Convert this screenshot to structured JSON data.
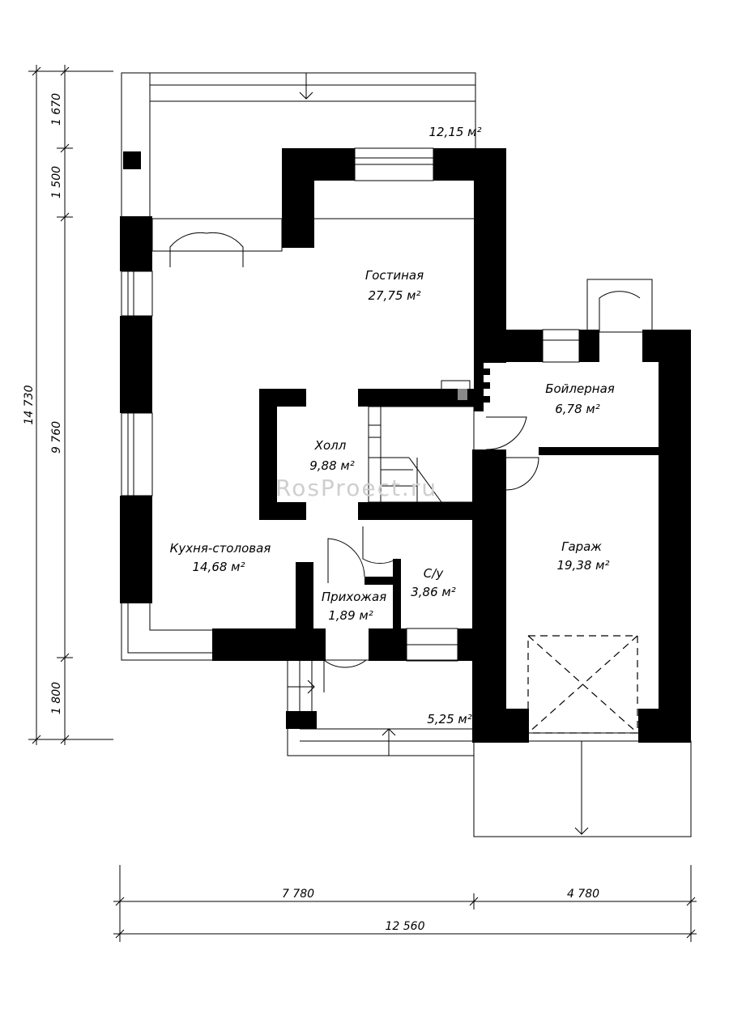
{
  "rooms": {
    "terrace_top": {
      "area": "12,15 м²"
    },
    "living": {
      "name": "Гостиная",
      "area": "27,75 м²"
    },
    "boiler": {
      "name": "Бойлерная",
      "area": "6,78 м²"
    },
    "hall": {
      "name": "Холл",
      "area": "9,88 м²"
    },
    "garage": {
      "name": "Гараж",
      "area": "19,38 м²"
    },
    "kitchen": {
      "name": "Кухня-столовая",
      "area": "14,68 м²"
    },
    "bathroom": {
      "name": "С/у",
      "area": "3,86 м²"
    },
    "entry": {
      "name": "Прихожая",
      "area": "1,89 м²"
    },
    "porch": {
      "area": "5,25 м²"
    }
  },
  "dimensions": {
    "left_outer": "14 730",
    "left_a": "1 670",
    "left_b": "1 500",
    "left_c": "9 760",
    "left_d": "1 800",
    "bottom_left": "7 780",
    "bottom_right": "4 780",
    "bottom_total": "12 560"
  },
  "watermark": "RosProect.ru"
}
